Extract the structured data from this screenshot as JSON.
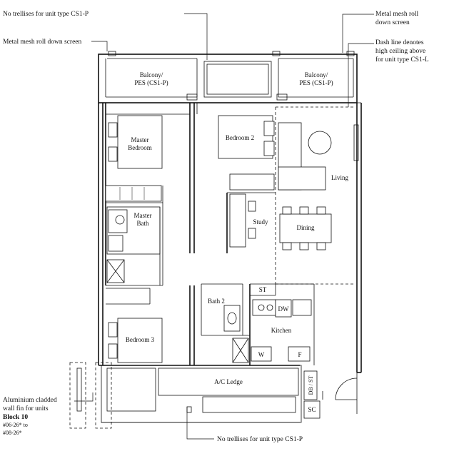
{
  "notes": {
    "no_trellises_top": "No trellises for unit type CS1-P",
    "mesh_top_right_line1": "Metal mesh roll",
    "mesh_top_right_line2": "down screen",
    "mesh_left": "Metal mesh roll down screen",
    "dash_line1": "Dash line denotes",
    "dash_line2": "high ceiling above",
    "dash_line3": "for unit type CS1-L",
    "fin_line1": "Aluminium cladded",
    "fin_line2": "wall fin for units",
    "fin_line3": "Block 10",
    "fin_line4": "#06-26* to",
    "fin_line5": "#08-26*",
    "no_trellises_bottom": "No trellises for unit type CS1-P"
  },
  "rooms": {
    "balcony_left_1": "Balcony/",
    "balcony_left_2": "PES (CS1-P)",
    "balcony_right_1": "Balcony/",
    "balcony_right_2": "PES (CS1-P)",
    "master_bedroom_1": "Master",
    "master_bedroom_2": "Bedroom",
    "bedroom2": "Bedroom 2",
    "living": "Living",
    "master_bath_1": "Master",
    "master_bath_2": "Bath",
    "study": "Study",
    "dining": "Dining",
    "st": "ST",
    "bath2": "Bath 2",
    "dw": "DW",
    "kitchen": "Kitchen",
    "bedroom3": "Bedroom 3",
    "washer": "W",
    "fridge": "F",
    "ac_ledge": "A/C Ledge",
    "db_st": "DB / ST",
    "sc": "SC"
  }
}
